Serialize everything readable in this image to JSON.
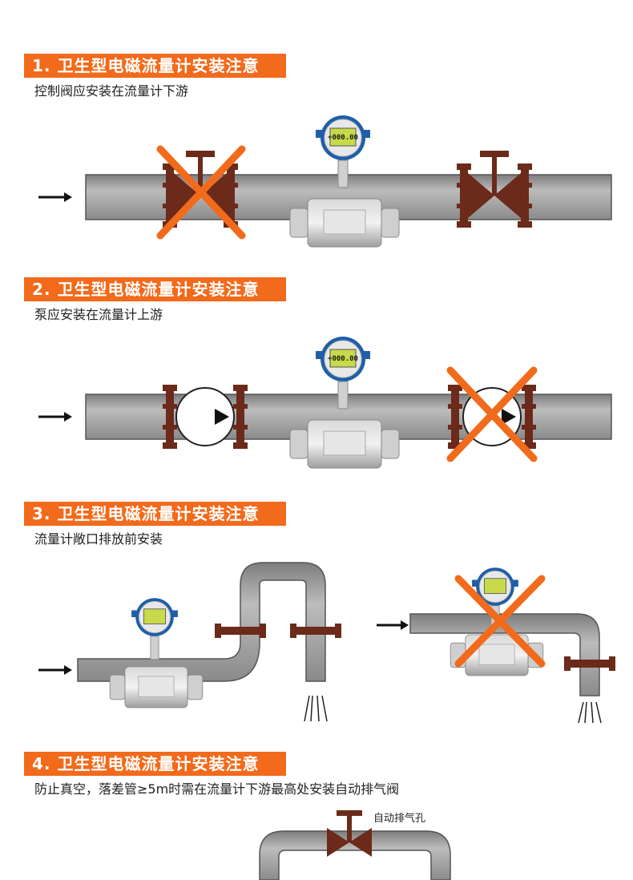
{
  "colors": {
    "accent": "#f26a1b",
    "pipe": "#a9a9a9",
    "flange": "#6b2a1a",
    "meter_blue": "#1f5fa8",
    "cross": "#f26a1b"
  },
  "sections": [
    {
      "title": "1. 卫生型电磁流量计安装注意",
      "subtitle": "控制阀应安装在流量计下游"
    },
    {
      "title": "2. 卫生型电磁流量计安装注意",
      "subtitle": "泵应安装在流量计上游"
    },
    {
      "title": "3. 卫生型电磁流量计安装注意",
      "subtitle": "流量计敞口排放前安装"
    },
    {
      "title": "4. 卫生型电磁流量计安装注意",
      "subtitle": "防止真空，落差管≥5m时需在流量计下游最高处安装自动排气阀"
    }
  ],
  "meter_display": "+000.00",
  "callouts": {
    "air_vent": "自动排气孔"
  },
  "icons": [
    "flow-arrow-icon",
    "cross-mark-icon",
    "valve-icon",
    "pump-icon",
    "water-spray-icon"
  ]
}
